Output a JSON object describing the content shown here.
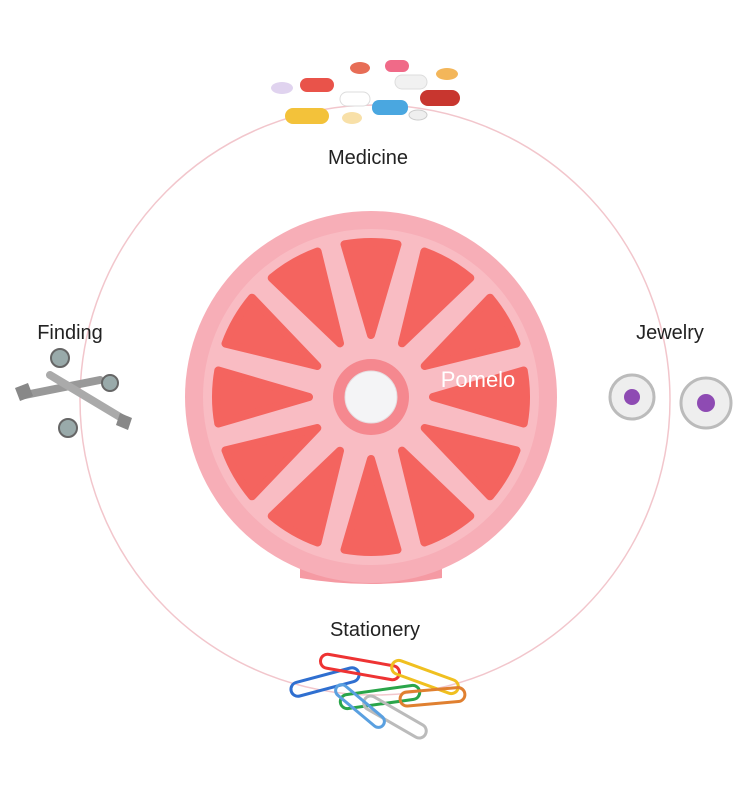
{
  "product": {
    "brand_text": "Pomelo"
  },
  "uses": [
    {
      "label": "Medicine",
      "icon": "pills-icon"
    },
    {
      "label": "Finding",
      "icon": "bolts-nuts-icon"
    },
    {
      "label": "Jewelry",
      "icon": "earrings-icon"
    },
    {
      "label": "Stationery",
      "icon": "paperclips-icon"
    }
  ],
  "colors": {
    "shell": "#f7b3bb",
    "compartment": "#f4645f",
    "ring": "#f2c6cc",
    "button": "#f4f4f6"
  }
}
